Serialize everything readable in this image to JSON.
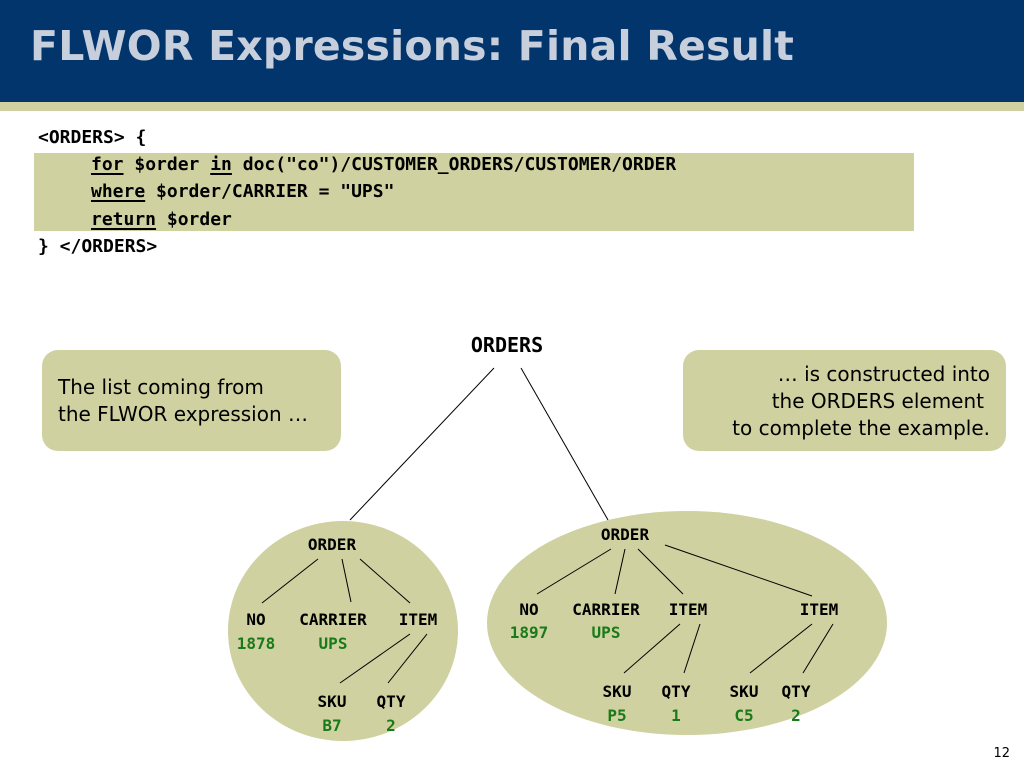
{
  "title": "FLWOR Expressions: Final Result",
  "code": {
    "open_line": "<ORDERS> {",
    "for_kw": "for",
    "for_rest": " $order ",
    "in_kw": "in",
    "in_rest": " doc(\"co\")/CUSTOMER_ORDERS/CUSTOMER/ORDER",
    "where_kw": "where",
    "where_rest": " $order/CARRIER = \"UPS\"",
    "return_kw": "return",
    "return_rest": " $order",
    "close_line": "} </ORDERS>"
  },
  "left_note": {
    "line1": "The list coming from",
    "line2": "the FLWOR expression …"
  },
  "right_note": {
    "line1": "… is constructed into",
    "line2": "the ORDERS element",
    "line3": "to complete the example."
  },
  "tree": {
    "root": "ORDERS",
    "order1": {
      "label": "ORDER",
      "no_label": "NO",
      "no_value": "1878",
      "carrier_label": "CARRIER",
      "carrier_value": "UPS",
      "item_label": "ITEM",
      "sku_label": "SKU",
      "sku_value": "B7",
      "qty_label": "QTY",
      "qty_value": "2"
    },
    "order2": {
      "label": "ORDER",
      "no_label": "NO",
      "no_value": "1897",
      "carrier_label": "CARRIER",
      "carrier_value": "UPS",
      "item1_label": "ITEM",
      "item2_label": "ITEM",
      "sku1_label": "SKU",
      "sku1_value": "P5",
      "qty1_label": "QTY",
      "qty1_value": "1",
      "sku2_label": "SKU",
      "sku2_value": "C5",
      "qty2_label": "QTY",
      "qty2_value": "2"
    }
  },
  "slide_number": "12",
  "colors": {
    "title_bar": "#02356c",
    "title_text": "#c8cfdc",
    "accent_khaki": "#cfd1a0",
    "value_green": "#1a7a1a"
  }
}
